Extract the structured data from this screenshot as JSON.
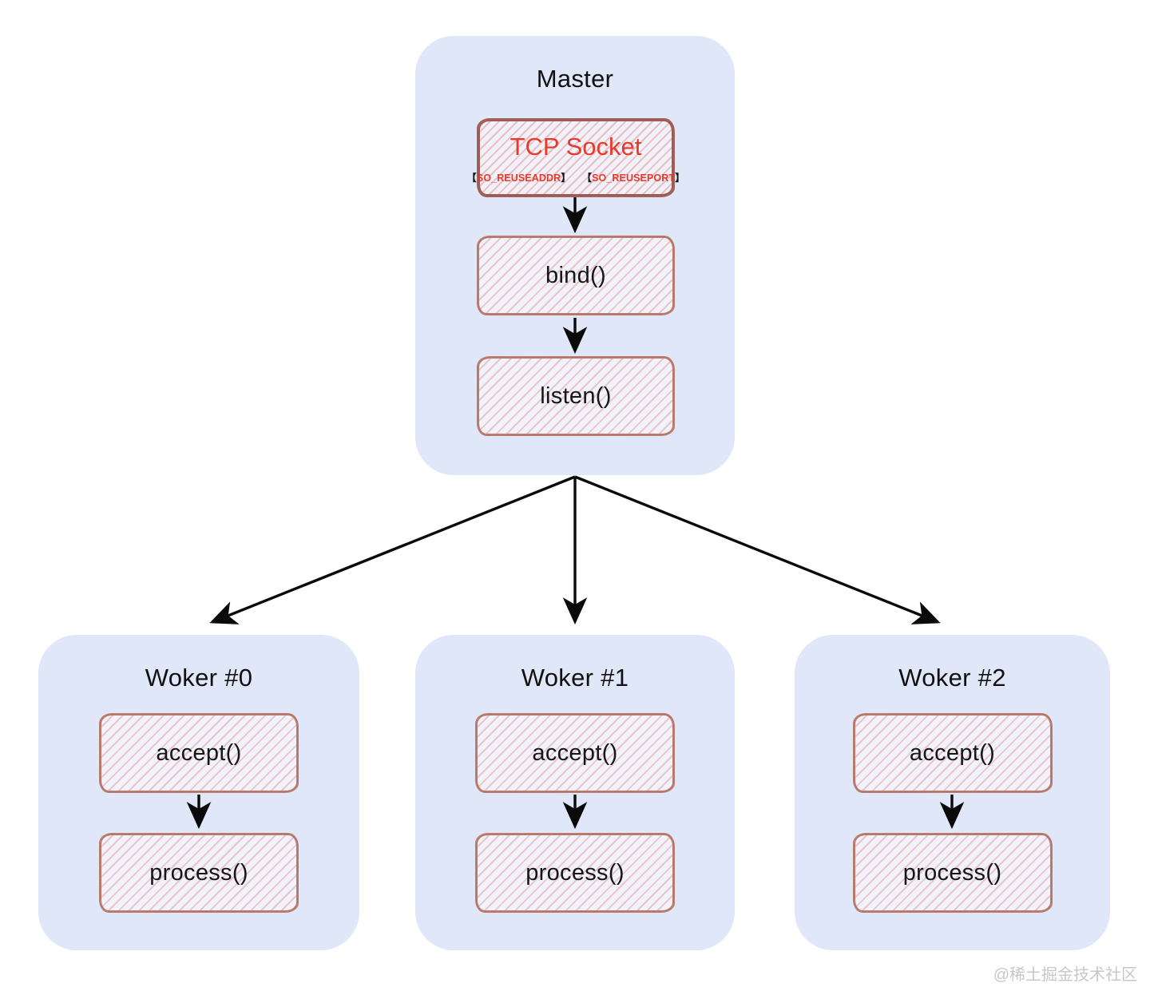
{
  "master": {
    "title": "Master",
    "tcp_socket": {
      "label": "TCP Socket",
      "options": [
        {
          "open": "【",
          "text": "SO_REUSEADDR",
          "close": "】"
        },
        {
          "open": "【",
          "text": "SO_REUSEPORT",
          "close": "】"
        }
      ]
    },
    "steps": [
      "bind()",
      "listen()"
    ]
  },
  "workers": [
    {
      "title": "Woker #0",
      "steps": [
        "accept()",
        "process()"
      ]
    },
    {
      "title": "Woker #1",
      "steps": [
        "accept()",
        "process()"
      ]
    },
    {
      "title": "Woker #2",
      "steps": [
        "accept()",
        "process()"
      ]
    }
  ],
  "watermark": "@稀土掘金技术社区",
  "colors": {
    "group_background": "#dfe7f8",
    "sketch_border": "#bd7e6f",
    "tcp_border": "#a2605a",
    "hatch_pink": "#dd8071",
    "accent_red": "#e8392a",
    "text_black": "#111111",
    "arrow_black": "#0a0a0a",
    "watermark_gray": "#c7c7c7"
  }
}
